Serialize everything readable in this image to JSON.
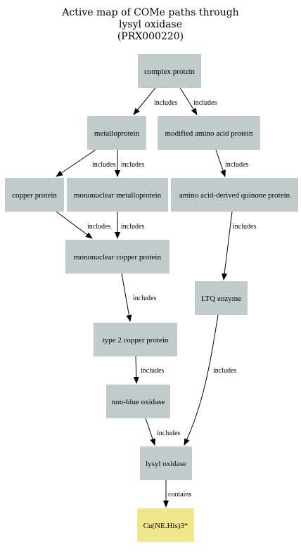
{
  "title_lines": [
    "Active map of COMe paths through",
    "lysyl oxidase",
    "(PRX000220)"
  ],
  "colors": {
    "node_fill": "#c1cbcb",
    "target_fill": "#f0e68c",
    "edge": "#000000"
  },
  "nodes": [
    {
      "id": "complex",
      "label": "complex protein",
      "kind": "normal"
    },
    {
      "id": "metallo",
      "label": "metalloprotein",
      "kind": "normal"
    },
    {
      "id": "modified",
      "label": "modified amino acid protein",
      "kind": "normal"
    },
    {
      "id": "copper",
      "label": "copper protein",
      "kind": "normal"
    },
    {
      "id": "mononuc",
      "label": "mononuclear metalloprotein",
      "kind": "normal"
    },
    {
      "id": "quinone",
      "label": "amino acid-derived quinone protein",
      "kind": "normal"
    },
    {
      "id": "monocopper",
      "label": "mononuclear copper protein",
      "kind": "normal"
    },
    {
      "id": "ltq",
      "label": "LTQ enzyme",
      "kind": "normal"
    },
    {
      "id": "type2",
      "label": "type 2 copper protein",
      "kind": "normal"
    },
    {
      "id": "nonblue",
      "label": "non-blue oxidase",
      "kind": "normal"
    },
    {
      "id": "lysyl",
      "label": "lysyl oxidase",
      "kind": "normal"
    },
    {
      "id": "cu",
      "label": "Cu(NE.His)3*",
      "kind": "target"
    }
  ],
  "edges": [
    {
      "id": "e1",
      "from": "complex",
      "to": "metallo",
      "label": "includes"
    },
    {
      "id": "e2",
      "from": "complex",
      "to": "modified",
      "label": "includes"
    },
    {
      "id": "e3",
      "from": "metallo",
      "to": "copper",
      "label": "includes"
    },
    {
      "id": "e4",
      "from": "metallo",
      "to": "mononuc",
      "label": "includes"
    },
    {
      "id": "e5",
      "from": "modified",
      "to": "quinone",
      "label": "includes"
    },
    {
      "id": "e6",
      "from": "copper",
      "to": "monocopper",
      "label": "includes"
    },
    {
      "id": "e7",
      "from": "mononuc",
      "to": "monocopper",
      "label": "includes"
    },
    {
      "id": "e8",
      "from": "quinone",
      "to": "ltq",
      "label": "includes"
    },
    {
      "id": "e9",
      "from": "monocopper",
      "to": "type2",
      "label": "includes"
    },
    {
      "id": "e10",
      "from": "type2",
      "to": "nonblue",
      "label": "includes"
    },
    {
      "id": "e11",
      "from": "nonblue",
      "to": "lysyl",
      "label": "includes"
    },
    {
      "id": "e12",
      "from": "ltq",
      "to": "lysyl",
      "label": "includes"
    },
    {
      "id": "e13",
      "from": "lysyl",
      "to": "cu",
      "label": "contains"
    }
  ]
}
